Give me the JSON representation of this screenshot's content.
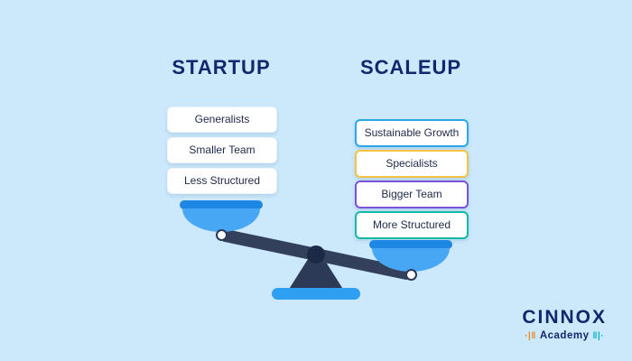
{
  "background": "#cbe9fb",
  "startup": {
    "title": "STARTUP",
    "items": [
      {
        "label": "Generalists"
      },
      {
        "label": "Smaller Team"
      },
      {
        "label": "Less Structured"
      }
    ]
  },
  "scaleup": {
    "title": "SCALEUP",
    "items": [
      {
        "label": "Sustainable Growth",
        "border": "#2aa9e8"
      },
      {
        "label": "Specialists",
        "border": "#f6c445"
      },
      {
        "label": "Bigger Team",
        "border": "#7a52d8"
      },
      {
        "label": "More Structured",
        "border": "#14b8a6"
      }
    ]
  },
  "scale": {
    "beam_color": "#33405b",
    "pan_color": "#47a7f4",
    "pan_rim_color": "#1e87e4",
    "base_color": "#2f9ff2",
    "tilt": "right-side-down"
  },
  "logo": {
    "brand": "CINNOX",
    "subtitle": "Academy",
    "mark_left": "·|‖",
    "mark_right": "‖|·"
  }
}
